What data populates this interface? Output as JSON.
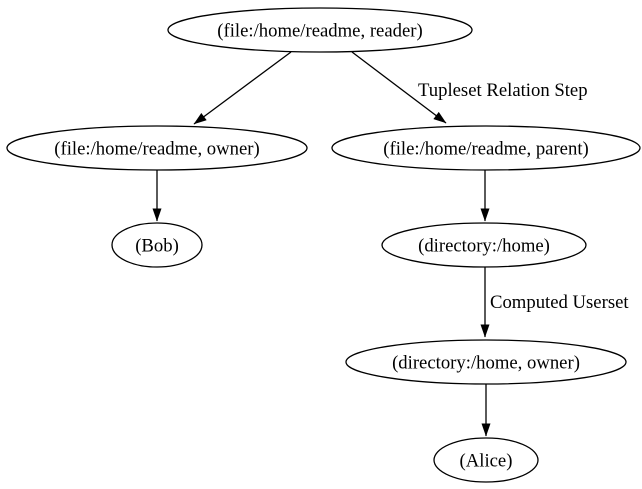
{
  "diagram": {
    "type": "directed-graph",
    "description": "Graphviz-style relationship expansion tree",
    "colors": {
      "background": "#ffffff",
      "node_stroke": "#000000",
      "edge_stroke": "#000000",
      "text": "#000000"
    },
    "nodes": [
      {
        "id": "file_readme_reader",
        "label": "(file:/home/readme, reader)"
      },
      {
        "id": "file_readme_owner",
        "label": "(file:/home/readme, owner)"
      },
      {
        "id": "file_readme_parent",
        "label": "(file:/home/readme, parent)"
      },
      {
        "id": "bob",
        "label": "(Bob)"
      },
      {
        "id": "directory_home",
        "label": "(directory:/home)"
      },
      {
        "id": "directory_home_owner",
        "label": "(directory:/home, owner)"
      },
      {
        "id": "alice",
        "label": "(Alice)"
      }
    ],
    "edges": [
      {
        "from": "file_readme_reader",
        "to": "file_readme_owner",
        "label": ""
      },
      {
        "from": "file_readme_reader",
        "to": "file_readme_parent",
        "label": "Tupleset Relation Step"
      },
      {
        "from": "file_readme_owner",
        "to": "bob",
        "label": ""
      },
      {
        "from": "file_readme_parent",
        "to": "directory_home",
        "label": ""
      },
      {
        "from": "directory_home",
        "to": "directory_home_owner",
        "label": "Computed Userset"
      },
      {
        "from": "directory_home_owner",
        "to": "alice",
        "label": ""
      }
    ]
  }
}
